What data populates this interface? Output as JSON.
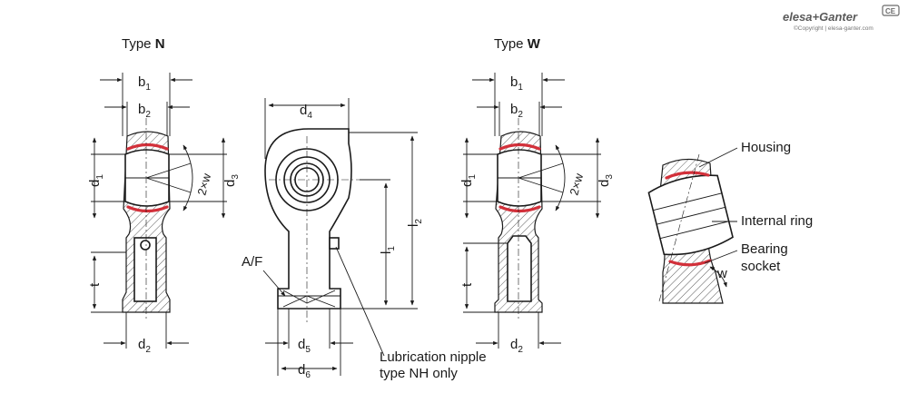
{
  "brand": {
    "logo_text": "elesa+Ganter",
    "copyright": "©Copyright | elesa-ganter.com",
    "badge": "CE"
  },
  "views": {
    "type_n": {
      "prefix": "Type",
      "letter": "N"
    },
    "type_w": {
      "prefix": "Type",
      "letter": "W"
    }
  },
  "dimensions": {
    "b": "b",
    "d": "d",
    "l": "l",
    "t": "t",
    "w2": "2×w",
    "w": "w",
    "sub1": "1",
    "sub2": "2",
    "sub3": "3",
    "sub4": "4",
    "sub5": "5",
    "sub6": "6"
  },
  "labels": {
    "af": "A/F",
    "lubrication_line1": "Lubrication nipple",
    "lubrication_line2": "type NH only",
    "housing": "Housing",
    "internal_ring": "Internal ring",
    "bearing_line1": "Bearing",
    "bearing_line2": "socket"
  },
  "colors": {
    "accent_liner": "#d2303a",
    "line": "#1a1a1a"
  }
}
